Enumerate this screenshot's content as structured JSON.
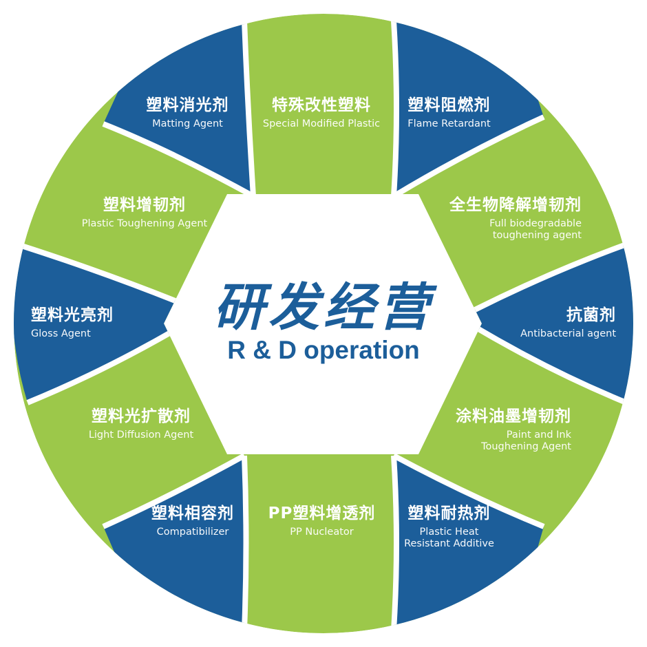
{
  "center": {
    "title_zh": "研发经营",
    "title_en": "R & D operation"
  },
  "colors": {
    "blue": "#1c5e9a",
    "green": "#9cc84a",
    "white": "#ffffff"
  },
  "segments": [
    {
      "zh": "塑料消光剂",
      "en": "Matting Agent",
      "color": "blue"
    },
    {
      "zh": "特殊改性塑料",
      "en": "Special Modified Plastic",
      "color": "green"
    },
    {
      "zh": "塑料阻燃剂",
      "en": "Flame Retardant",
      "color": "blue"
    },
    {
      "zh": "塑料增韧剂",
      "en": "Plastic Toughening Agent",
      "color": "green"
    },
    {
      "zh": "全生物降解增韧剂",
      "en": "Full biodegradable\ntoughening agent",
      "color": "green"
    },
    {
      "zh": "塑料光亮剂",
      "en": "Gloss Agent",
      "color": "blue"
    },
    {
      "zh": "抗菌剂",
      "en": "Antibacterial agent",
      "color": "blue"
    },
    {
      "zh": "塑料光扩散剂",
      "en": "Light Diffusion Agent",
      "color": "green"
    },
    {
      "zh": "涂料油墨增韧剂",
      "en": "Paint and Ink\nToughening Agent",
      "color": "green"
    },
    {
      "zh": "塑料相容剂",
      "en": "Compatibilizer",
      "color": "blue"
    },
    {
      "zh": "PP塑料增透剂",
      "en": "PP  Nucleator",
      "color": "green"
    },
    {
      "zh": "塑料耐热剂",
      "en": "Plastic Heat\nResistant Additive",
      "color": "blue"
    }
  ]
}
